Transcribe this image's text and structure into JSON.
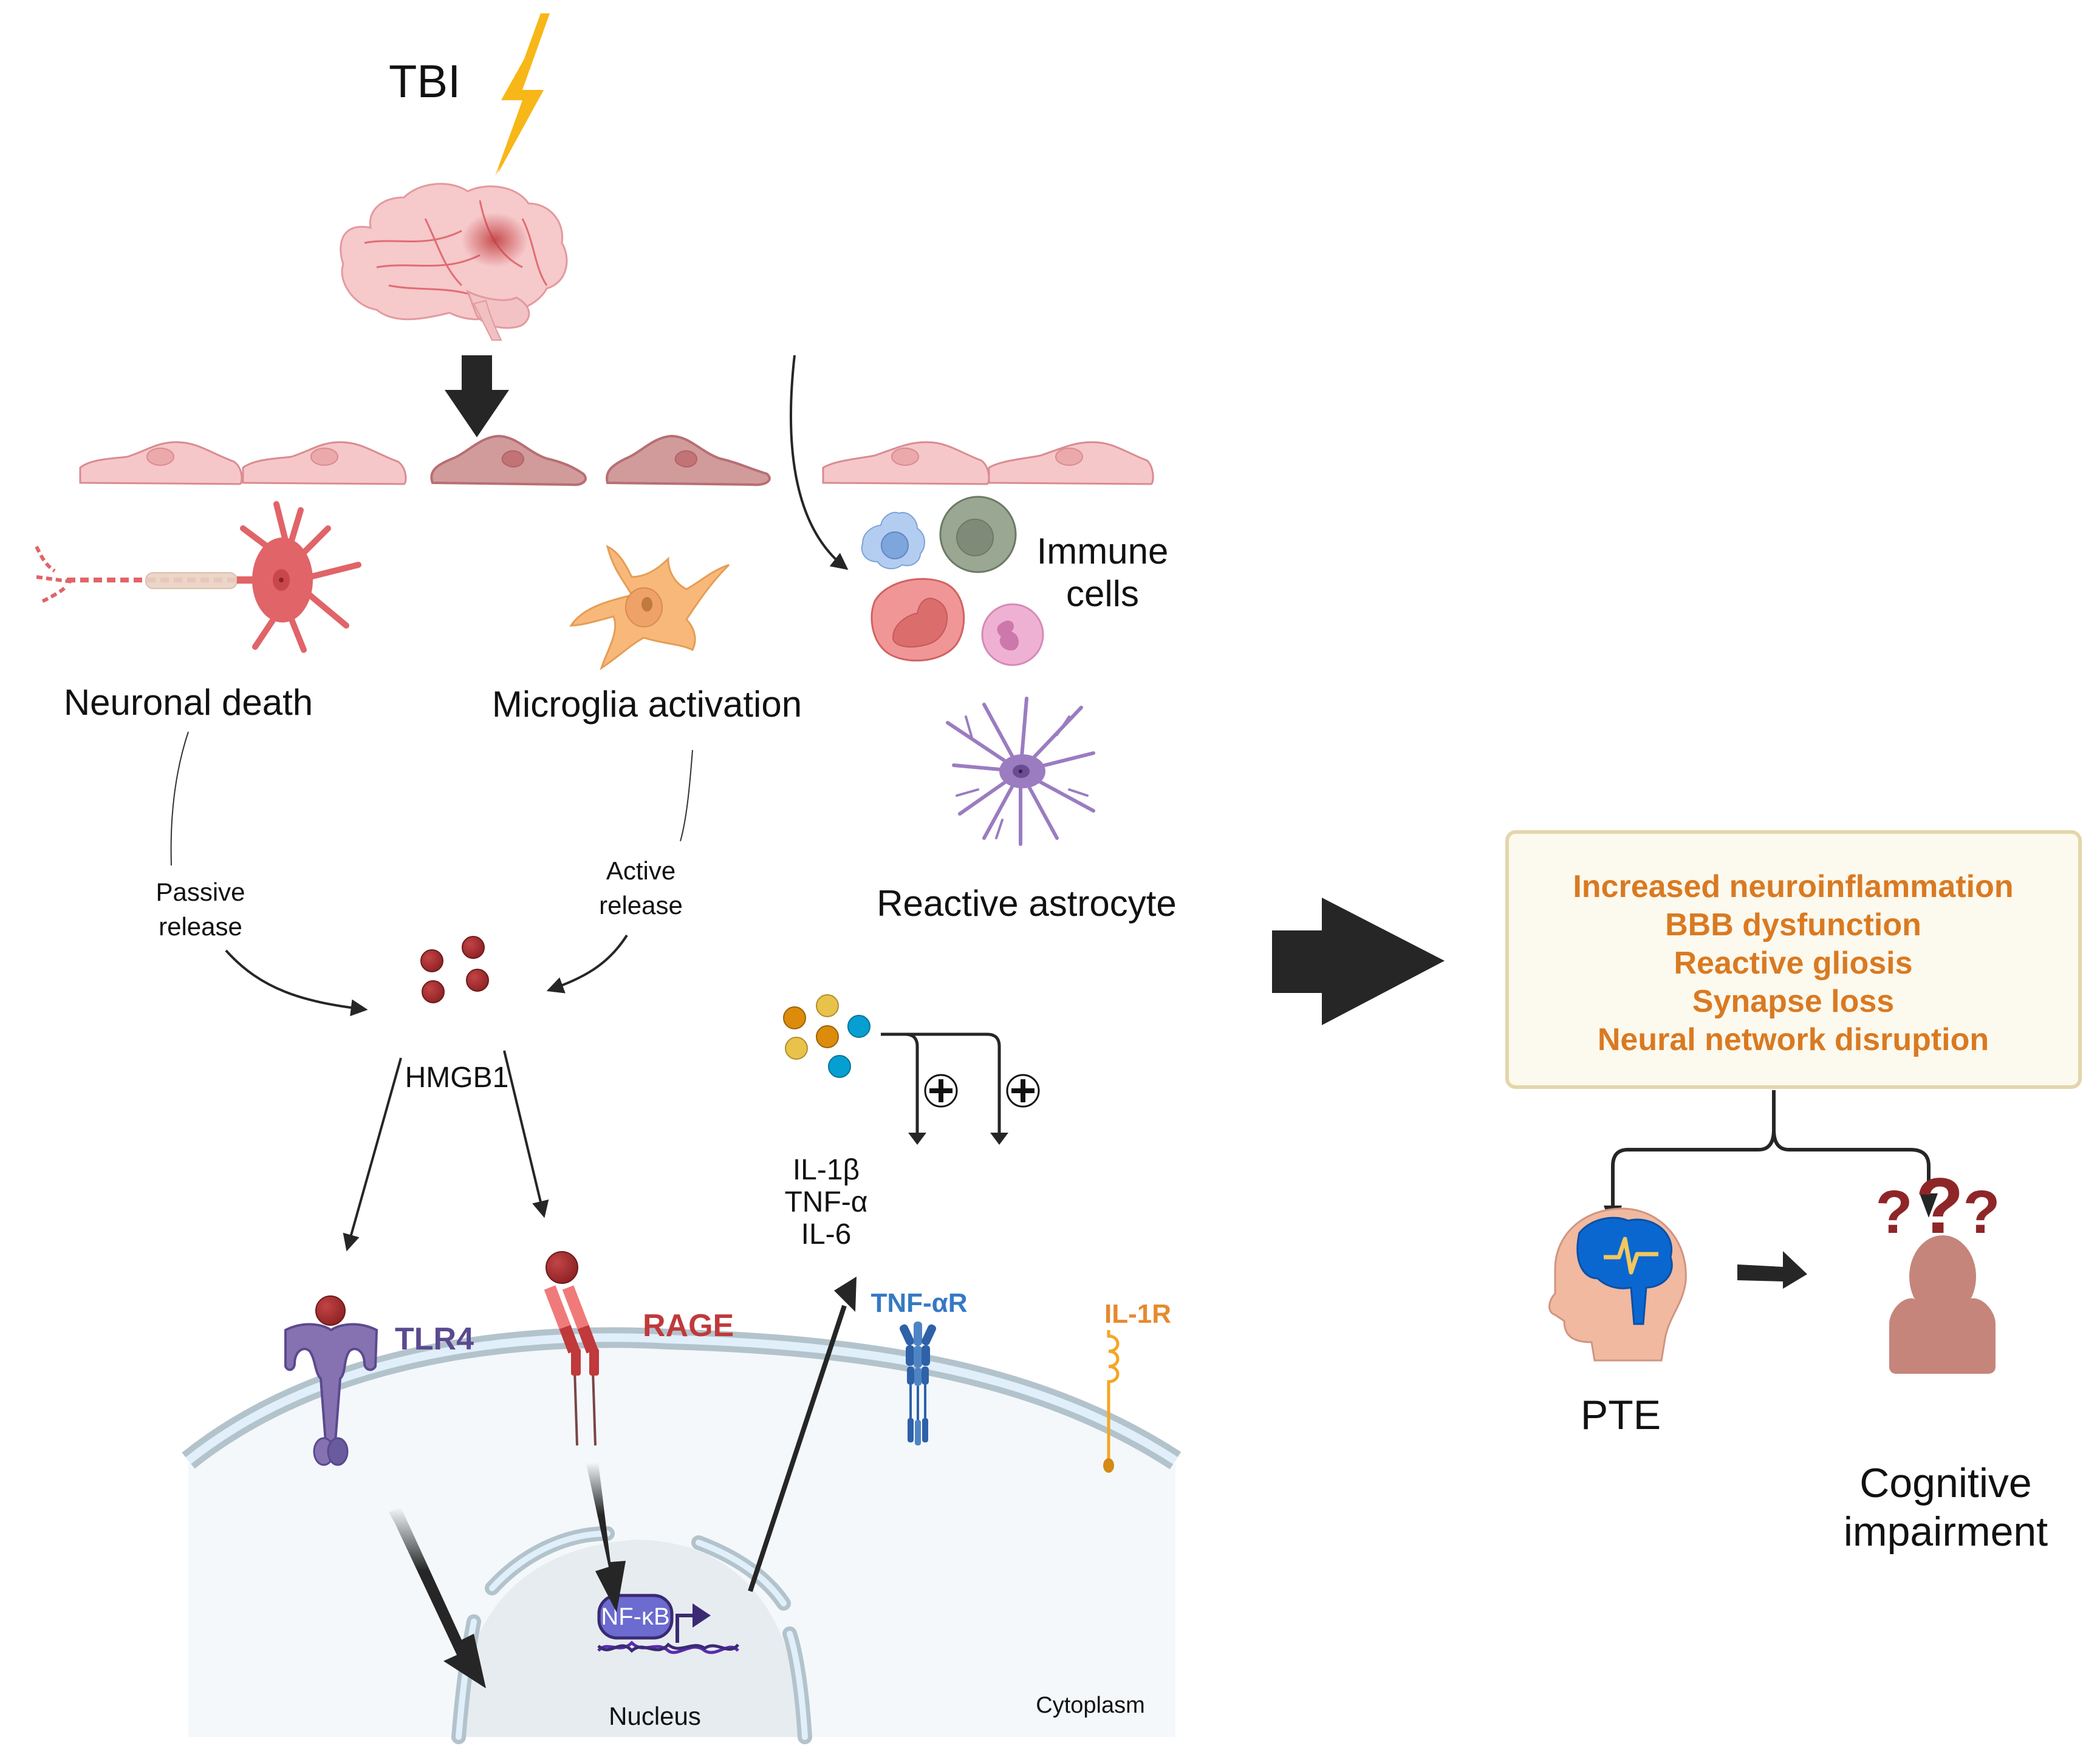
{
  "figure": {
    "title": "TBI-induced HMGB1 neuroinflammatory signaling",
    "trigger": {
      "label": "TBI"
    },
    "cells": {
      "neuronal_death": "Neuronal death",
      "microglia": "Microglia activation",
      "immune_line1": "Immune",
      "immune_line2": "cells",
      "astrocyte": "Reactive astrocyte"
    },
    "release": {
      "passive_line1": "Passive",
      "passive_line2": "release",
      "active_line1": "Active",
      "active_line2": "release"
    },
    "mediators": {
      "hmgb1": "HMGB1",
      "cytokines": [
        "IL-1β",
        "TNF-α",
        "IL-6"
      ]
    },
    "receptors": {
      "tlr4": "TLR4",
      "rage": "RAGE",
      "tnfr": "TNF-αR",
      "il1r": "IL-1R"
    },
    "intracellular": {
      "nfkb": "NF-κB",
      "nucleus": "Nucleus",
      "cytoplasm": "Cytoplasm"
    },
    "outcomes_box": {
      "items": [
        "Increased neuroinflammation",
        "BBB dysfunction",
        "Reactive gliosis",
        "Synapse loss",
        "Neural network disruption"
      ]
    },
    "consequences": {
      "pte": "PTE",
      "cog_line1": "Cognitive",
      "cog_line2": "impairment"
    },
    "colors": {
      "arrow": "#262626",
      "outcome_text": "#d97a22",
      "outcome_box_fill": "#fcf9ee",
      "outcome_box_border": "#e3d6ab",
      "tlr4": "#5b4a8f",
      "rage": "#c0393b",
      "tnfr": "#3579c4",
      "il1r": "#e58a2e",
      "hmgb1": "#a32b2e",
      "endothelial": "#f6c7c9",
      "damaged_endothelial": "#d19b9c",
      "membrane": "#b3c3cc",
      "cytoplasm": "#f4f8fb",
      "nucleus": "#e7ecf0"
    }
  }
}
